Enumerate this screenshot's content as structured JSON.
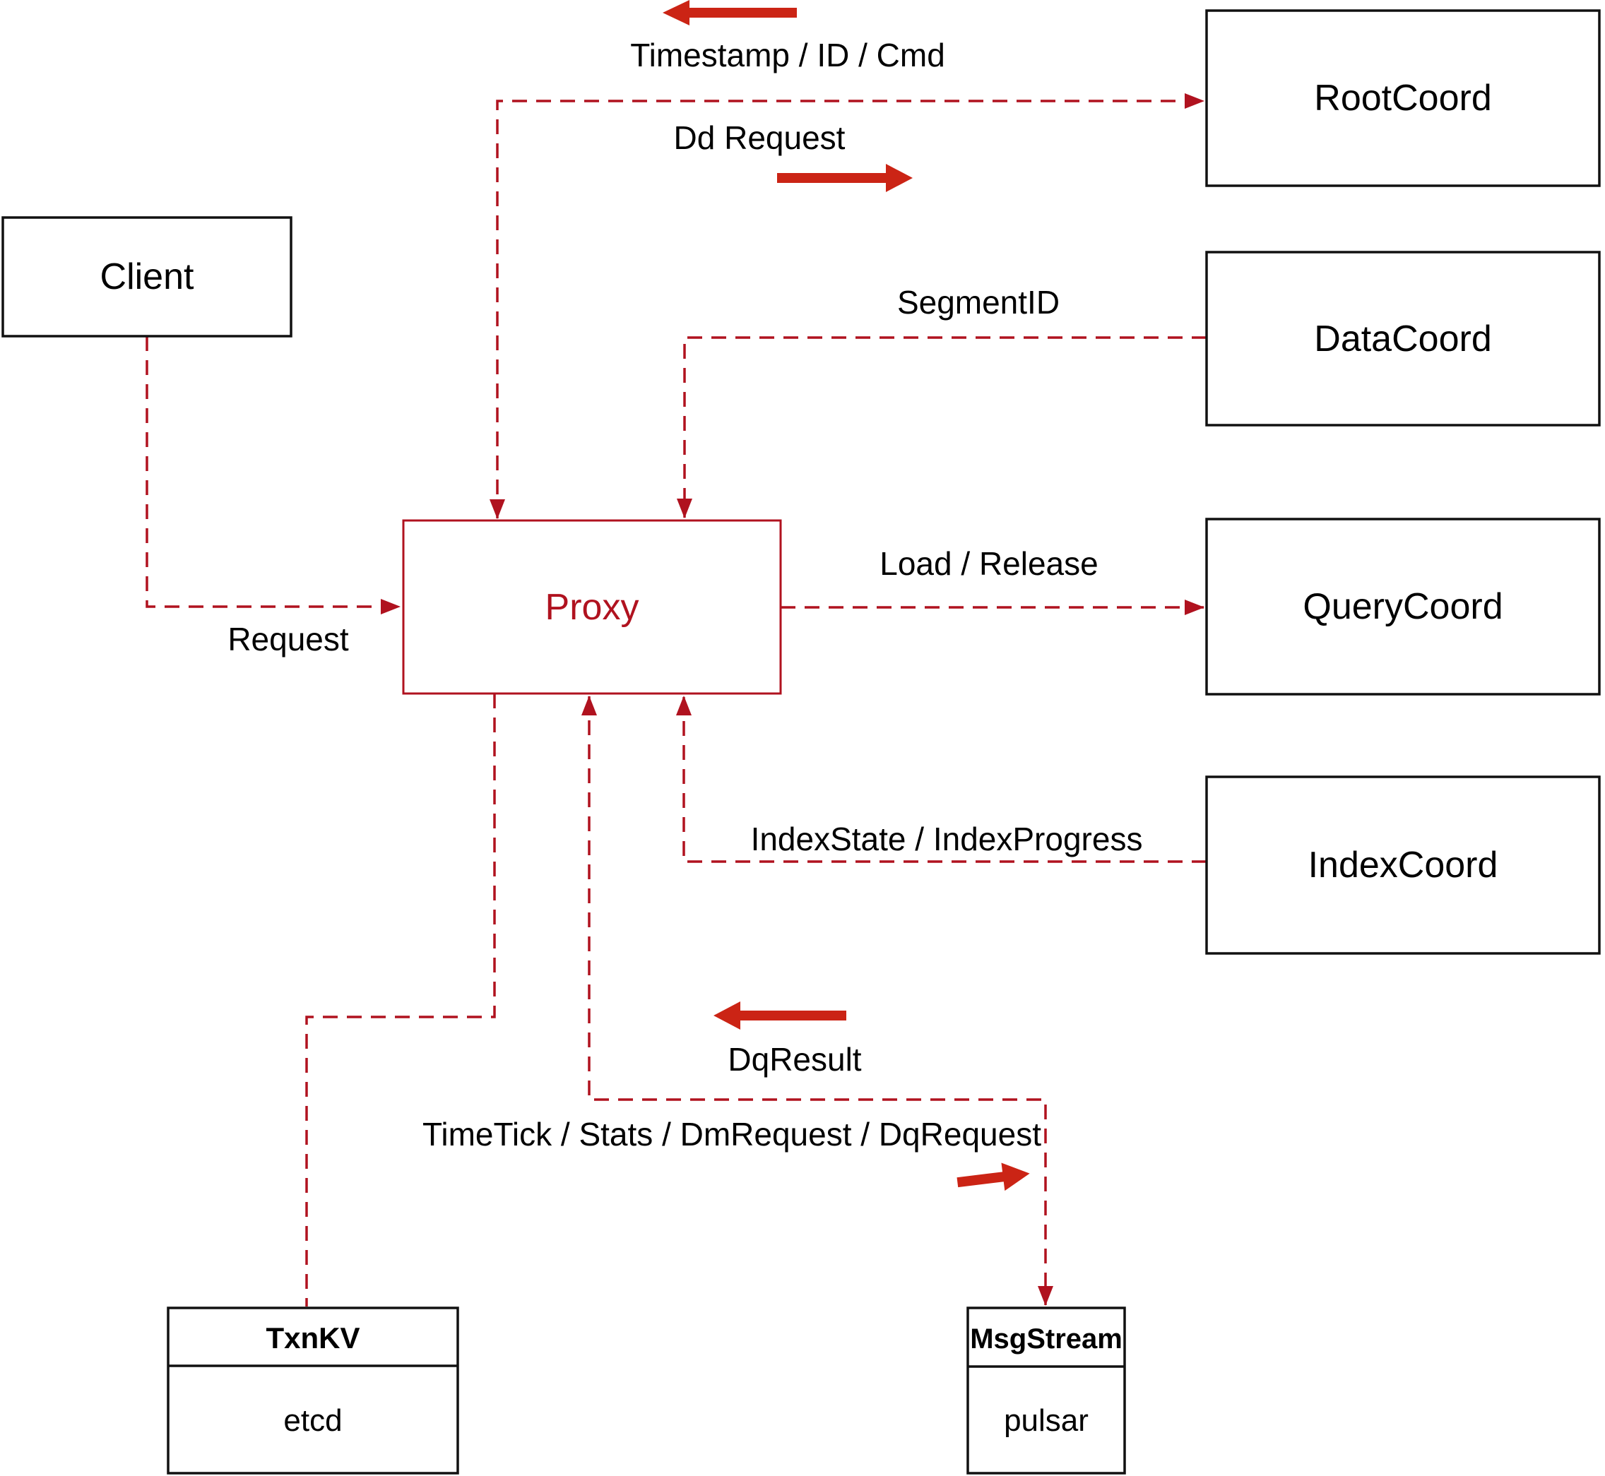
{
  "diagram": {
    "colors": {
      "edge_dashed": "#b0121f",
      "solid_label_arrow": "#cb2415",
      "box_border": "#111111",
      "text": "#000000",
      "background": "#ffffff"
    },
    "nodes": {
      "client": {
        "label": "Client"
      },
      "proxy": {
        "label": "Proxy"
      },
      "root_coord": {
        "label": "RootCoord"
      },
      "data_coord": {
        "label": "DataCoord"
      },
      "query_coord": {
        "label": "QueryCoord"
      },
      "index_coord": {
        "label": "IndexCoord"
      },
      "txn_kv": {
        "title": "TxnKV",
        "impl": "etcd"
      },
      "msg_stream": {
        "title": "MsgStream",
        "impl": "pulsar"
      }
    },
    "edge_labels": {
      "timestamp": "Timestamp / ID / Cmd",
      "dd_request": "Dd Request",
      "segment_id": "SegmentID",
      "load_release": "Load / Release",
      "index_state": "IndexState / IndexProgress",
      "request": "Request",
      "dq_result": "DqResult",
      "time_tick": "TimeTick / Stats / DmRequest / DqRequest"
    },
    "edges": [
      {
        "from": "Client",
        "to": "Proxy",
        "label": "Request",
        "style": "dashed"
      },
      {
        "from": "Proxy",
        "to": "RootCoord",
        "label": "Dd Request",
        "reverse_label": "Timestamp / ID / Cmd",
        "bidirectional": true,
        "style": "dashed"
      },
      {
        "from": "DataCoord",
        "to": "Proxy",
        "label": "SegmentID",
        "style": "dashed"
      },
      {
        "from": "Proxy",
        "to": "QueryCoord",
        "label": "Load / Release",
        "style": "dashed"
      },
      {
        "from": "IndexCoord",
        "to": "Proxy",
        "label": "IndexState / IndexProgress",
        "style": "dashed"
      },
      {
        "from": "Proxy",
        "to": "TxnKV",
        "label": "",
        "style": "dashed"
      },
      {
        "from": "Proxy",
        "to": "MsgStream",
        "label": "TimeTick / Stats / DmRequest / DqRequest",
        "reverse_label": "DqResult",
        "bidirectional": true,
        "style": "dashed"
      }
    ]
  }
}
